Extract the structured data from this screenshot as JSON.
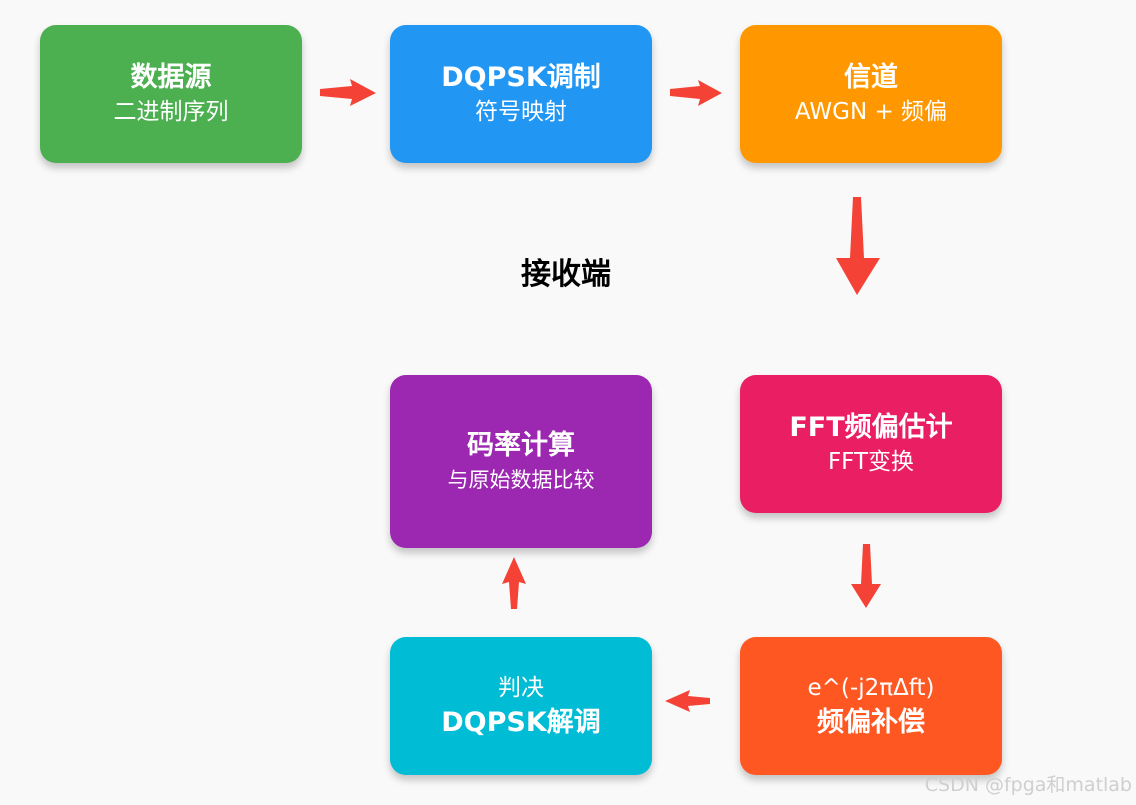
{
  "nodes": {
    "source": {
      "title": "数据源",
      "subtitle": "二进制序列",
      "color": "#4caf50"
    },
    "modulation": {
      "title": "DQPSK调制",
      "subtitle": "符号映射",
      "color": "#2196f3"
    },
    "channel": {
      "title": "信道",
      "subtitle": "AWGN + 频偏",
      "color": "#ff9800"
    },
    "fft_estimation": {
      "title": "FFT频偏估计",
      "subtitle": "FFT变换",
      "color": "#e91e63"
    },
    "ber": {
      "title": "码率计算",
      "subtitle": "与原始数据比较",
      "color": "#9c27b0"
    },
    "compensation": {
      "formula": "e^(-j2πΔft)",
      "title": "频偏补偿",
      "color": "#ff5722"
    },
    "demodulation": {
      "line1": "判决",
      "title": "DQPSK解调",
      "color": "#00bcd4"
    }
  },
  "section_label": "接收端",
  "arrow_color": "#f44336",
  "edges": [
    [
      "source",
      "modulation"
    ],
    [
      "modulation",
      "channel"
    ],
    [
      "channel",
      "fft_estimation"
    ],
    [
      "fft_estimation",
      "compensation"
    ],
    [
      "compensation",
      "demodulation"
    ],
    [
      "demodulation",
      "ber"
    ]
  ],
  "watermark": "CSDN @fpga和matlab"
}
